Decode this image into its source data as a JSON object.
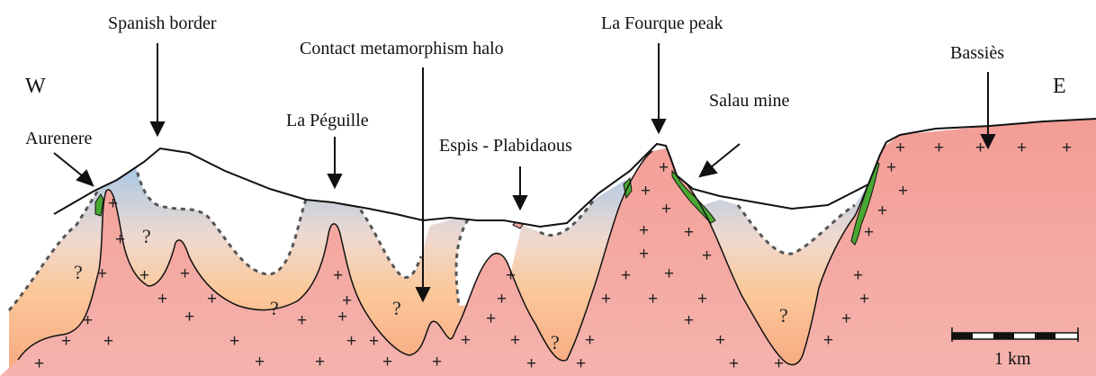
{
  "labels": {
    "west": "W",
    "east": "E",
    "spanish_border": "Spanish border",
    "contact_halo": "Contact metamorphism halo",
    "la_fourque": "La Fourque peak",
    "bassies": "Bassiès",
    "aurenere": "Aurenere",
    "la_peguille": "La Péguille",
    "espis": "Espis - Plabidaous",
    "salau": "Salau mine",
    "scale": "1 km",
    "unknown": "?"
  },
  "colors": {
    "granite": "#f2a49e",
    "halo_top": "#a9c8e6",
    "halo_mid": "#f7cfb2",
    "halo_bottom": "#f8b38a",
    "skarn": "#4aa832",
    "line": "#111111"
  }
}
